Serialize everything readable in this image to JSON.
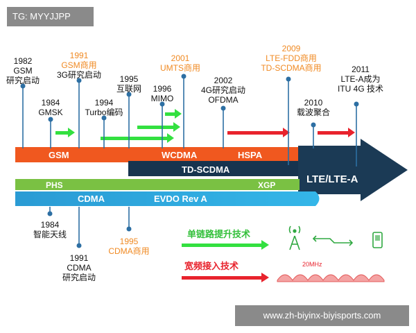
{
  "watermark": {
    "tag": "TG: MYYJJPP",
    "url": "www.zh-biyinx-biyisports.com"
  },
  "colors": {
    "gsm": "#f0581f",
    "tdscdma": "#17344f",
    "lte": "#1b3a55",
    "phs": "#7ac143",
    "cdma": "#2a9bd4",
    "orange_text": "#f08a23",
    "pin": "#2d6fa3",
    "green_arrow": "#33e040",
    "red_arrow": "#e8232d"
  },
  "bands": {
    "gsm": "GSM",
    "wcdma": "WCDMA",
    "hspa": "HSPA",
    "tdscdma": "TD-SCDMA",
    "lte": "LTE/LTE-A",
    "phs": "PHS",
    "xgp": "XGP",
    "cdma": "CDMA",
    "evdo": "EVDO Rev A"
  },
  "events_top": [
    {
      "year": "1982",
      "label": "GSM",
      "label2": "研究启动",
      "highlight": false
    },
    {
      "year": "1984",
      "label": "GMSK",
      "label2": "",
      "highlight": false
    },
    {
      "year": "1991",
      "label": "GSM商用",
      "label2": "3G研究启动",
      "highlight": true
    },
    {
      "year": "1994",
      "label": "Turbo编码",
      "label2": "",
      "highlight": false
    },
    {
      "year": "1995",
      "label": "互联网",
      "label2": "",
      "highlight": false
    },
    {
      "year": "1996",
      "label": "MIMO",
      "label2": "",
      "highlight": false
    },
    {
      "year": "2001",
      "label": "UMTS商用",
      "label2": "",
      "highlight": true
    },
    {
      "year": "2002",
      "label": "4G研究启动",
      "label2": "OFDMA",
      "highlight": false
    },
    {
      "year": "2009",
      "label": "LTE-FDD商用",
      "label2": "TD-SCDMA商用",
      "highlight": true
    },
    {
      "year": "2010",
      "label": "载波聚合",
      "label2": "",
      "highlight": false
    },
    {
      "year": "2011",
      "label": "LTE-A成为",
      "label2": "ITU 4G 技术",
      "highlight": false
    }
  ],
  "events_bottom": [
    {
      "year": "1984",
      "label": "智能天线",
      "label2": "",
      "highlight": false
    },
    {
      "year": "1991",
      "label": "CDMA",
      "label2": "研究启动",
      "highlight": false
    },
    {
      "year": "1995",
      "label": "CDMA商用",
      "label2": "",
      "highlight": true
    }
  ],
  "legend": {
    "single_link": "单链路提升技术",
    "broadband": "宽频接入技术",
    "bandwidth": "20MHz"
  }
}
